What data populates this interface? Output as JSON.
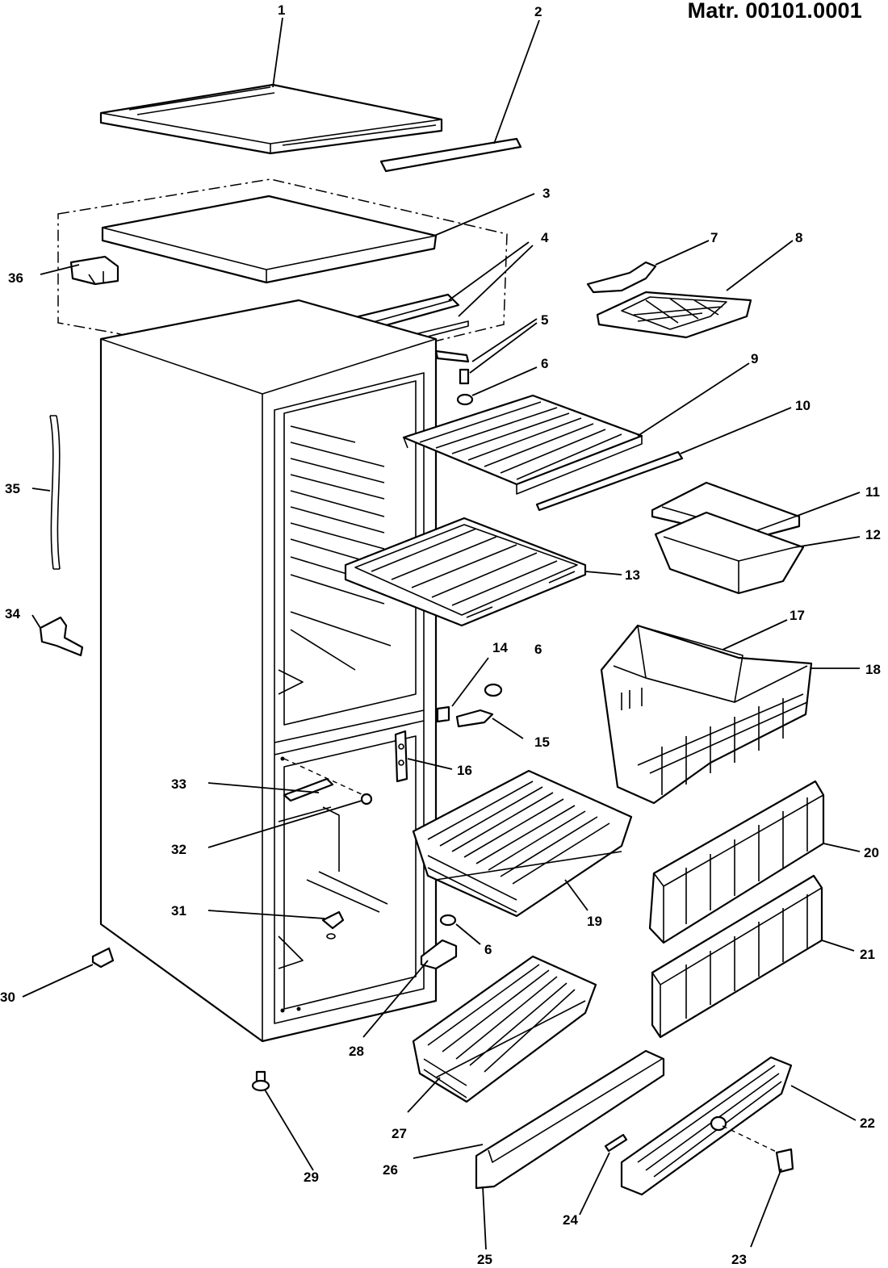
{
  "title": "Matr. 00101.0001",
  "callouts": [
    {
      "id": "c1",
      "text": "1"
    },
    {
      "id": "c2",
      "text": "2"
    },
    {
      "id": "c3",
      "text": "3"
    },
    {
      "id": "c4",
      "text": "4"
    },
    {
      "id": "c5",
      "text": "5"
    },
    {
      "id": "c6a",
      "text": "6"
    },
    {
      "id": "c7",
      "text": "7"
    },
    {
      "id": "c8",
      "text": "8"
    },
    {
      "id": "c9",
      "text": "9"
    },
    {
      "id": "c10",
      "text": "10"
    },
    {
      "id": "c11",
      "text": "11"
    },
    {
      "id": "c12",
      "text": "12"
    },
    {
      "id": "c13",
      "text": "13"
    },
    {
      "id": "c14",
      "text": "14"
    },
    {
      "id": "c6b",
      "text": "6"
    },
    {
      "id": "c15",
      "text": "15"
    },
    {
      "id": "c16",
      "text": "16"
    },
    {
      "id": "c17",
      "text": "17"
    },
    {
      "id": "c18",
      "text": "18"
    },
    {
      "id": "c19",
      "text": "19"
    },
    {
      "id": "c6c",
      "text": "6"
    },
    {
      "id": "c20",
      "text": "20"
    },
    {
      "id": "c21",
      "text": "21"
    },
    {
      "id": "c22",
      "text": "22"
    },
    {
      "id": "c23",
      "text": "23"
    },
    {
      "id": "c24",
      "text": "24"
    },
    {
      "id": "c25",
      "text": "25"
    },
    {
      "id": "c26",
      "text": "26"
    },
    {
      "id": "c27",
      "text": "27"
    },
    {
      "id": "c28",
      "text": "28"
    },
    {
      "id": "c29",
      "text": "29"
    },
    {
      "id": "c30",
      "text": "30"
    },
    {
      "id": "c31",
      "text": "31"
    },
    {
      "id": "c32",
      "text": "32"
    },
    {
      "id": "c33",
      "text": "33"
    },
    {
      "id": "c34",
      "text": "34"
    },
    {
      "id": "c35",
      "text": "35"
    },
    {
      "id": "c36",
      "text": "36"
    }
  ]
}
